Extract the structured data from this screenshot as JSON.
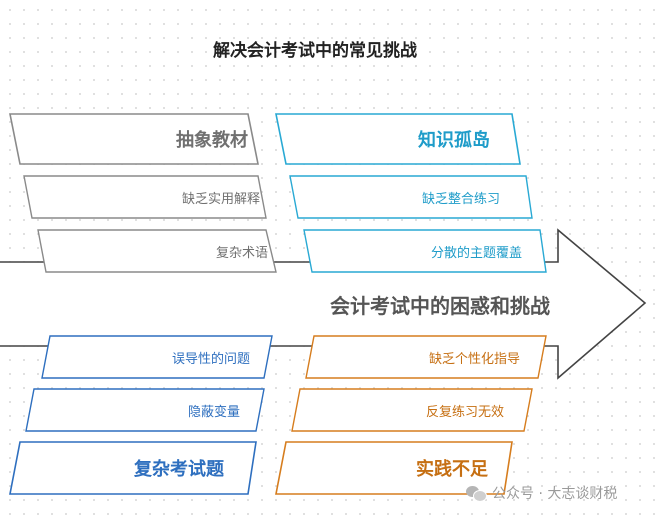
{
  "title": "解决会计考试中的常见挑战",
  "main_label": "会计考试中的困惑和挑战",
  "groups": {
    "top_left": {
      "color": "#8a8a8a",
      "head": "抽象教材",
      "items": [
        "缺乏实用解释",
        "复杂术语"
      ]
    },
    "top_right": {
      "color": "#29a9d4",
      "head": "知识孤岛",
      "items": [
        "缺乏整合练习",
        "分散的主题覆盖"
      ]
    },
    "bottom_left": {
      "color": "#2e6fbf",
      "items": [
        "误导性的问题",
        "隐蔽变量"
      ],
      "head": "复杂考试题"
    },
    "bottom_right": {
      "color": "#d67d1e",
      "items": [
        "缺乏个性化指导",
        "反复练习无效"
      ],
      "head": "实践不足"
    }
  },
  "watermark": "公众号 · 大志谈财税"
}
